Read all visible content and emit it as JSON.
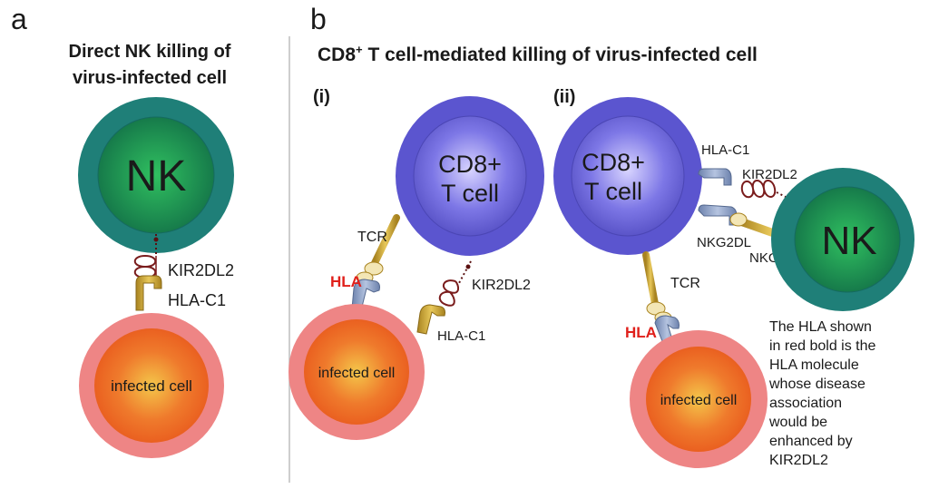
{
  "panel_a": {
    "letter": "a",
    "title_line1": "Direct NK killing of",
    "title_line2": "virus-infected cell",
    "nk_label": "NK",
    "receptor_label": "KIR2DL2",
    "ligand_label": "HLA-C1",
    "target_label": "infected cell"
  },
  "panel_b": {
    "letter": "b",
    "title_main": "CD8",
    "title_sup": "+",
    "title_rest": " T cell-mediated killing of virus-infected cell",
    "sub_i": {
      "label": "(i)",
      "tcell_line1": "CD8+",
      "tcell_line2": "T cell",
      "tcr_label": "TCR",
      "hla_label": "HLA",
      "kir_label": "KIR2DL2",
      "ligand_label": "HLA-C1",
      "target_label": "infected cell"
    },
    "sub_ii": {
      "label": "(ii)",
      "tcell_line1": "CD8+",
      "tcell_line2": "T cell",
      "hla_c1_label": "HLA-C1",
      "kir_label": "KIR2DL2",
      "nkg2dl_label": "NKG2DL",
      "nkg2d_label": "NKG2D",
      "nk_label": "NK",
      "tcr_label": "TCR",
      "hla_label": "HLA",
      "target_label": "infected cell"
    },
    "note_lines": [
      "The HLA shown",
      "in red bold is the",
      "HLA molecule",
      "whose disease",
      "association",
      "would be",
      "enhanced by",
      "KIR2DL2"
    ]
  },
  "colors": {
    "nk_outer": "#1f7f78",
    "nk_inner": "#1e9a55",
    "tcell": "#6a65d8",
    "infected_outer": "#ee8585",
    "infected_inner": "#f07a2a",
    "hla_red": "#e0201b",
    "receptor_gold": "#c9a53a",
    "hla_blue": "#8a9fc4",
    "kir_dark": "#7a1c1c"
  }
}
